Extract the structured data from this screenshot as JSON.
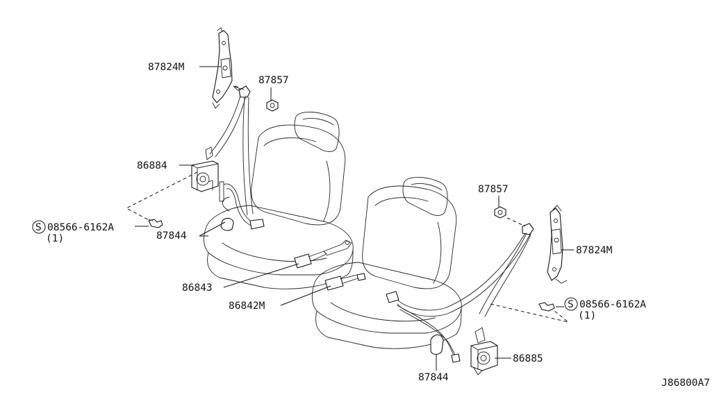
{
  "diagram": {
    "labels": [
      "87824M",
      "87857",
      "86884",
      "08566-6162A",
      "(1)",
      "87844",
      "86843",
      "86842M",
      "87857",
      "87824M",
      "08566-6162A",
      "(1)",
      "86885",
      "87844"
    ],
    "circle_symbol": "S",
    "figure_code": "J86800A7"
  }
}
